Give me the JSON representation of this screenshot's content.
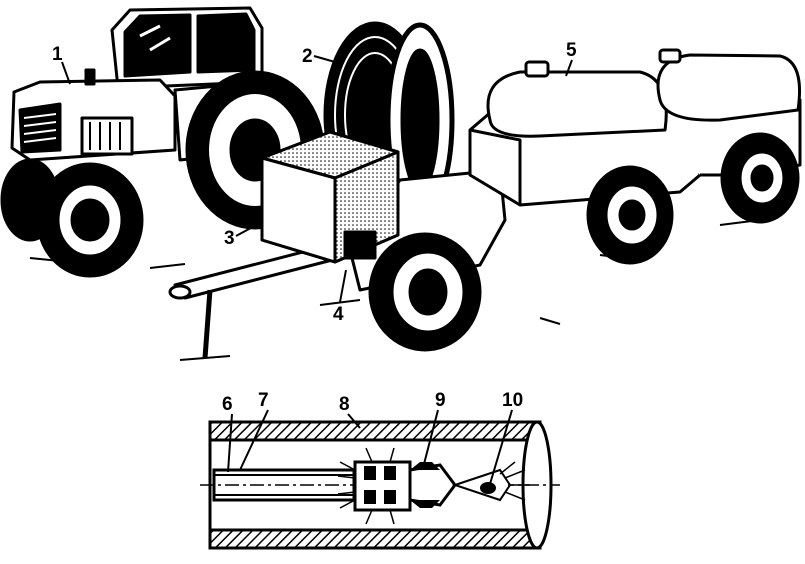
{
  "figure": {
    "ink_color": "#000000",
    "paper_color": "#ffffff",
    "upper_view": {
      "callouts": [
        {
          "id": "1",
          "part": "tractor"
        },
        {
          "id": "2",
          "part": "hose-reel"
        },
        {
          "id": "3",
          "part": "drawbar-hitch"
        },
        {
          "id": "4",
          "part": "pump-unit-trailer"
        },
        {
          "id": "5",
          "part": "water-tank-trailers"
        }
      ]
    },
    "lower_view": {
      "callouts": [
        {
          "id": "6",
          "part": "hose"
        },
        {
          "id": "7",
          "part": "hose-wall"
        },
        {
          "id": "8",
          "part": "pipe-wall"
        },
        {
          "id": "9",
          "part": "nozzle-head"
        },
        {
          "id": "10",
          "part": "water-jet"
        }
      ]
    }
  }
}
